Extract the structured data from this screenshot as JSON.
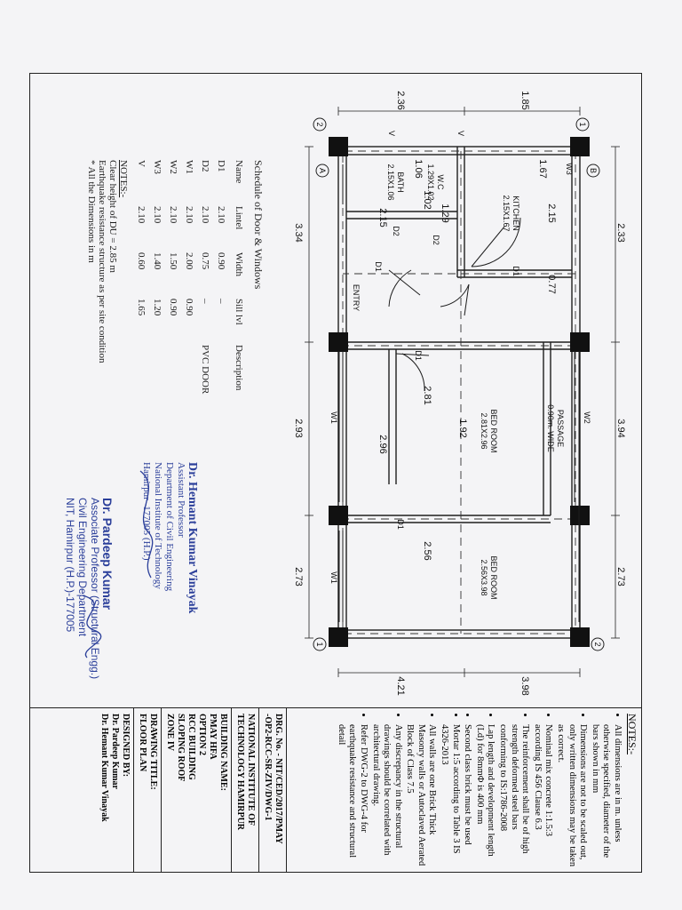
{
  "rooms": {
    "kitchen": {
      "name": "KITCHEN",
      "dim": "2.15X1.67"
    },
    "wc": {
      "name": "W.C",
      "dim": "1.29X1.02"
    },
    "bath": {
      "name": "BATH",
      "dim": "2.15X1.06"
    },
    "passage": {
      "name": "PASSAGE",
      "dim": "0.90m. WIDE"
    },
    "bedroom1": {
      "name": "BED ROOM",
      "dim": "2.81X2.96"
    },
    "bedroom2": {
      "name": "BED ROOM",
      "dim": "2.56X3.98"
    },
    "entry": "ENTRY"
  },
  "dims": {
    "top": [
      "2.33",
      "3.94",
      "2.73"
    ],
    "bottom": [
      "3.34",
      "2.93",
      "2.73"
    ],
    "right": [
      "1.85",
      "2.36"
    ],
    "left": [
      "3.98",
      "4.21"
    ],
    "inner": [
      "2.15",
      "0.77",
      "1.29",
      "1.02",
      "1.67",
      "1.06",
      "2.15",
      "1.92",
      "2.81",
      "2.96",
      "2.56"
    ]
  },
  "labels": {
    "d1": "D1",
    "d2": "D2",
    "w1": "W1",
    "w2": "W2",
    "w3": "W3",
    "v": "V"
  },
  "grid": {
    "a": "A",
    "b": "B",
    "n1": "1",
    "n2": "2"
  },
  "schedule": {
    "title": "Schedule of Door & Windows",
    "headers": [
      "Name",
      "Lintel",
      "Width",
      "Sill lvl",
      "Description"
    ],
    "rows": [
      [
        "D1",
        "2.10",
        "0.90",
        "–",
        ""
      ],
      [
        "D2",
        "2.10",
        "0.75",
        "–",
        "PVC DOOR"
      ],
      [
        "W1",
        "2.10",
        "2.00",
        "0.90",
        ""
      ],
      [
        "W2",
        "2.10",
        "1.50",
        "0.90",
        ""
      ],
      [
        "W3",
        "2.10",
        "1.40",
        "1.20",
        ""
      ],
      [
        "V",
        "2.10",
        "0.60",
        "1.65",
        ""
      ]
    ],
    "notes_title": "NOTES:-",
    "notes": [
      "Clear height of DU = 2.85 m",
      "Earthquake resistance structure as per site condition",
      "* All the Dimensions in m"
    ]
  },
  "signatories": {
    "hemant": [
      "Dr. Hemant Kumar Vinayak",
      "Assistant Professor",
      "Department of Civil Engineering",
      "National Institute of Technology",
      "Hamirpur -177005 (H.P.)"
    ],
    "pardeep": [
      "Dr. Pardeep Kumar",
      "Associate Professor (Structural Engg.)",
      "Civil Engineering Department",
      "NIT, Hamirpur (H.P.)-177005"
    ]
  },
  "notes_panel": {
    "title": "NOTES:-",
    "items": [
      "All dimensions are in m. unless otherwise specified, diameter of the bars shown in mm",
      "Dimensions are not to be scaled out, only written dimensions may be taken as correct.",
      "Nominal mix concrete 1:1.5:3 according IS 456 Clause 6.3",
      "The reinforcement shall be of high strength deformed steel bars conforming to IS:1786-2008",
      "Lap length and development length (Ld) for 8mmΦ is 400 mm",
      "Second class brick must be used",
      "Mortar 1:5 according to Table 3 IS 4326-2013",
      "All walls are one Brick Thick Masonry walls or Autoclaved Aerated Block of Class 7.5",
      "Any discrepancy in the structural drawings should be correlated with architectural drawing.",
      "Refer DWG-2 to DWG-4 for earthquake resistance and structural detail"
    ]
  },
  "title_block": {
    "drg_no": [
      "DRG. No. - NIT/CED/2017/PMAY",
      "-OP2-RCC-SR-ZIV/DWG-1"
    ],
    "institute": [
      "NATIONAL INSTITUTE OF",
      "TECHNOLOGY HAMIRPUR"
    ],
    "building_name": [
      "BUILDING NAME:",
      "PMAY HFA",
      "OPTION 2",
      "RCC BUILDING",
      "SLOPING ROOF",
      "ZONE IV"
    ],
    "drawing_title": [
      "DRAWING TITLE:",
      "FLOOR PLAN"
    ],
    "designed_by": [
      "DESIGNED BY:",
      "Dr. Pardeep Kumar",
      "Dr. Hemant Kumar Vinayak"
    ]
  },
  "colors": {
    "ink": "#1c1c1c",
    "signature": "#2b3f9a"
  }
}
